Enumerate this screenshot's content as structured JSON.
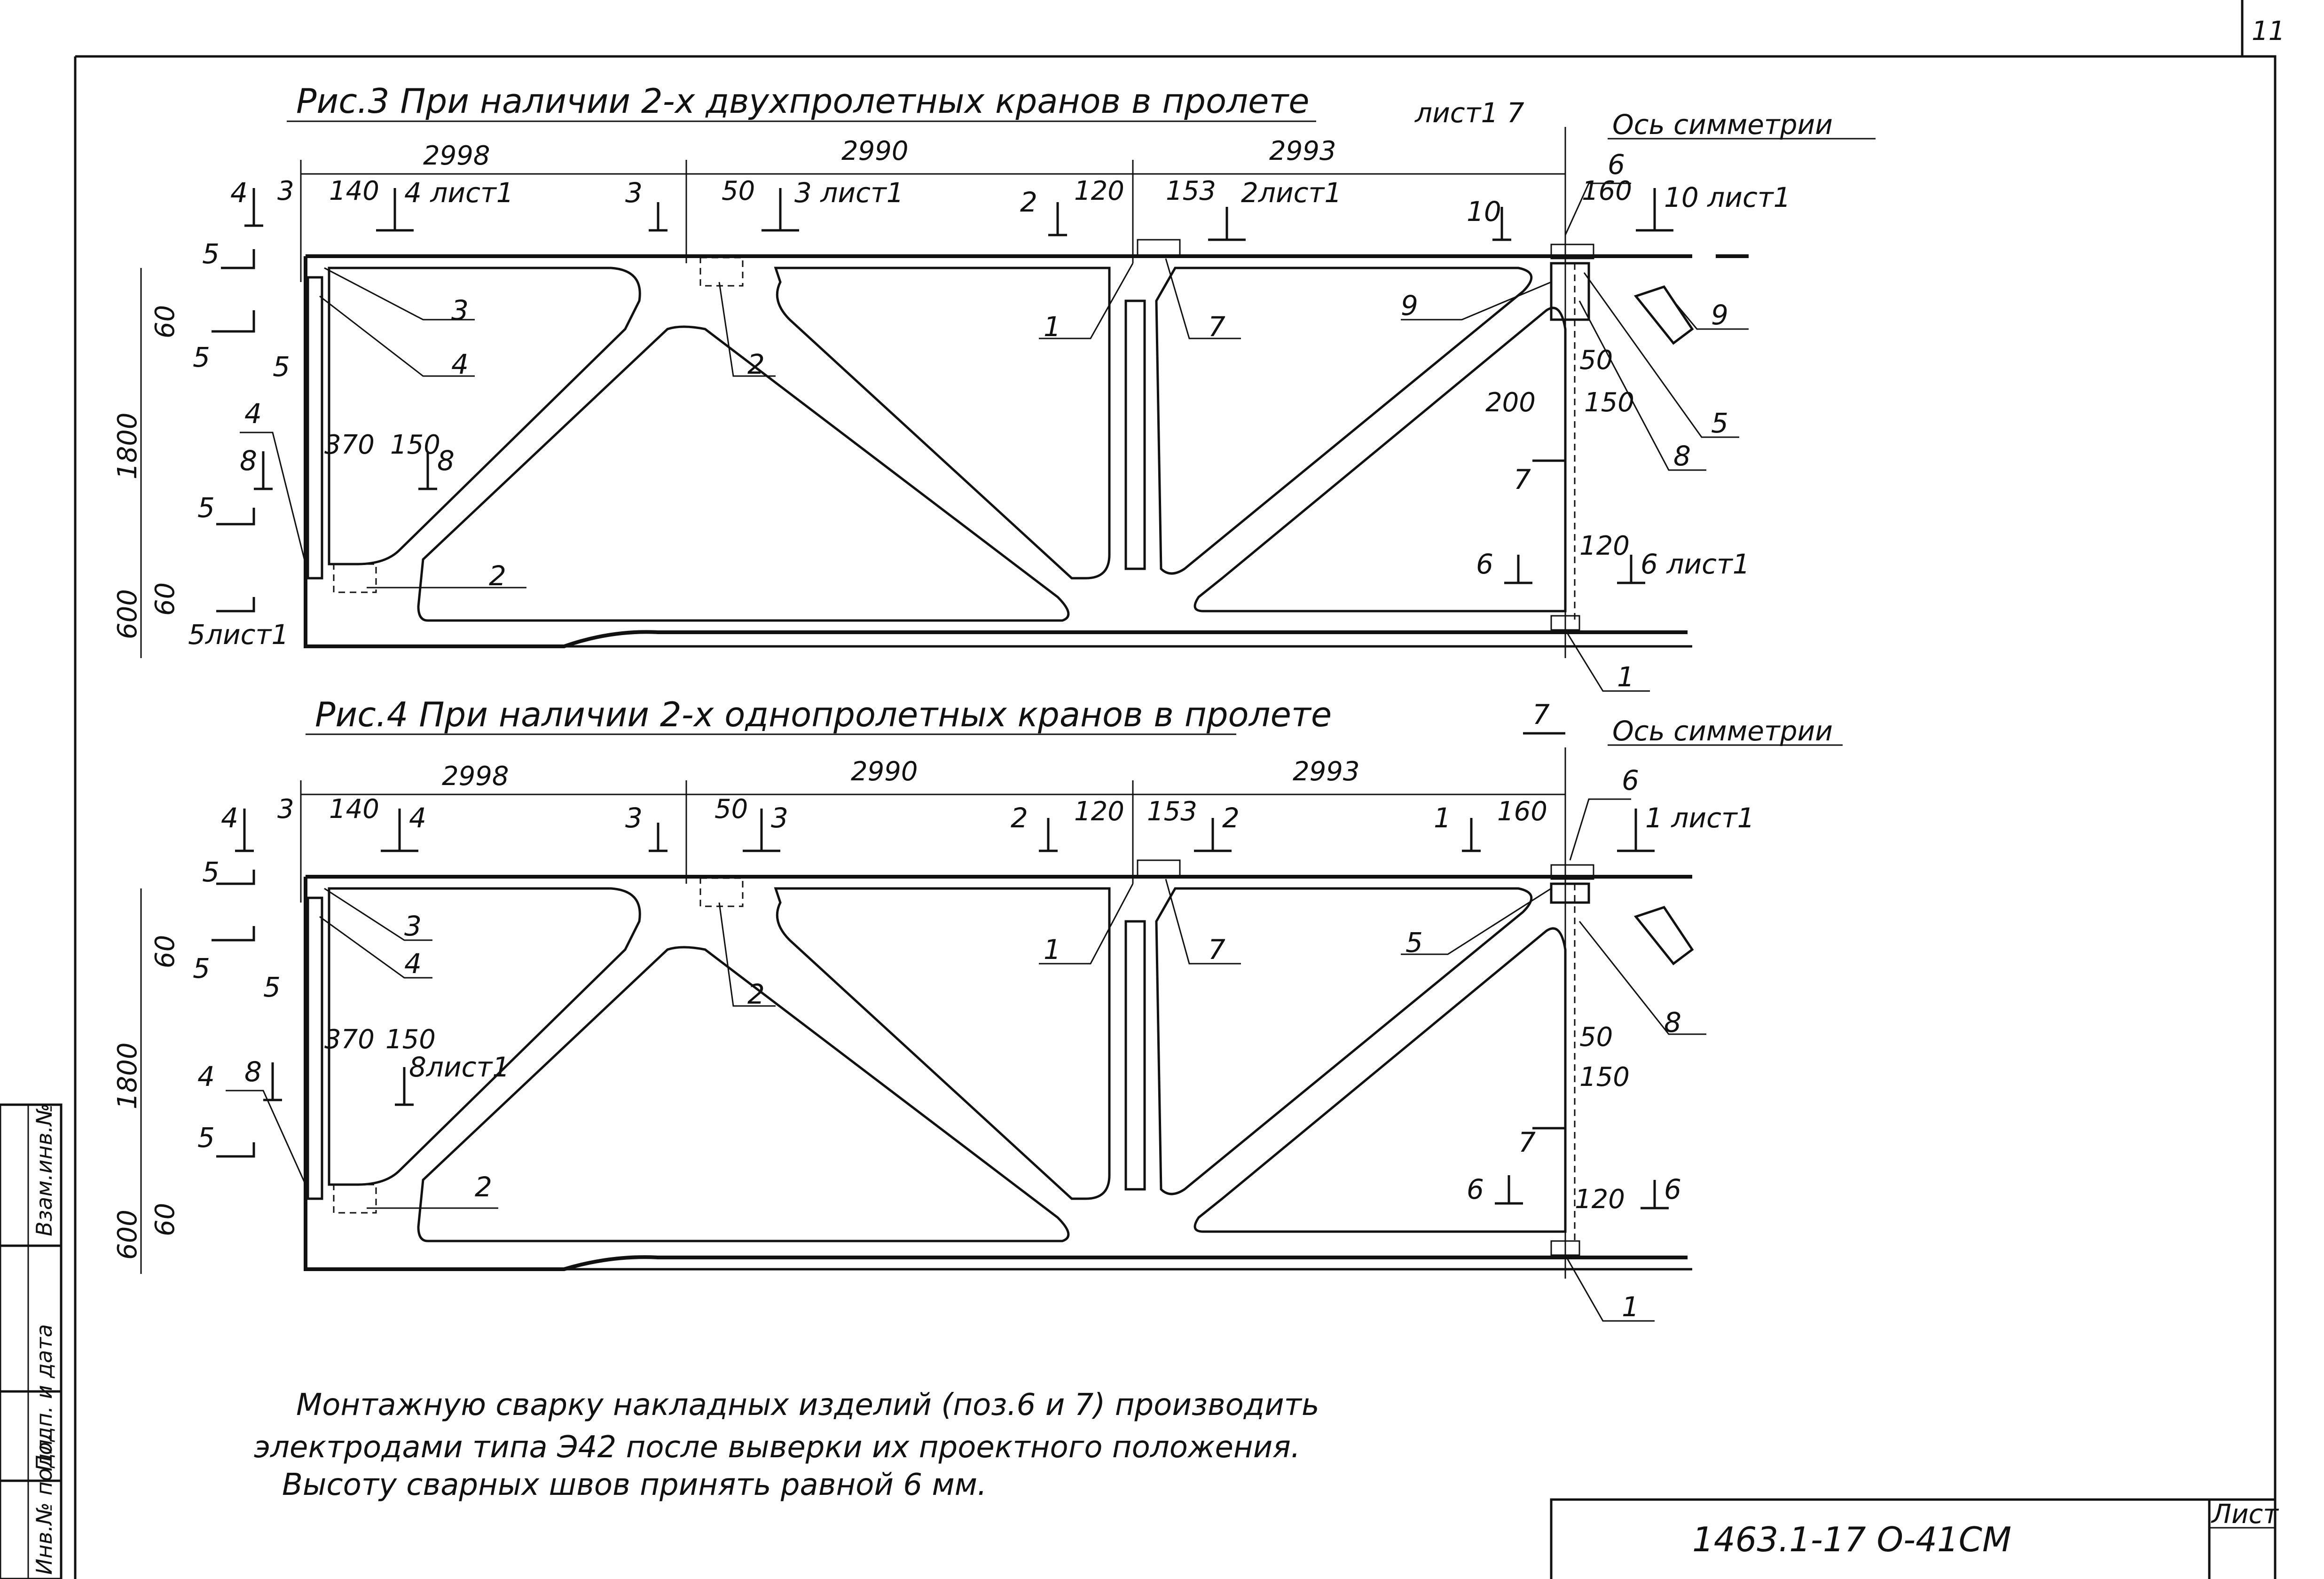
{
  "figures": [
    {
      "title": "Рис.3 При наличии 2-х двухпролетных кранов в пролете",
      "symmetry_axis": "Ось симметрии",
      "symmetry_ref": "лист1 7",
      "spans": [
        "2998",
        "2990",
        "2993"
      ],
      "heights": [
        "1800",
        "600",
        "60",
        "60"
      ],
      "details": [
        "140",
        "50",
        "120",
        "153",
        "160",
        "370",
        "150",
        "120",
        "200",
        "150",
        "50",
        "3"
      ],
      "sections": [
        "4",
        "4 лист1",
        "3",
        "3 лист1",
        "2",
        "2лист1",
        "10",
        "10 лист1",
        "8",
        "8",
        "6",
        "6 лист1",
        "5",
        "5",
        "5",
        "5",
        "5лист1",
        "7"
      ],
      "callouts": [
        "3",
        "4",
        "2",
        "1",
        "7",
        "9",
        "9",
        "6",
        "5",
        "8",
        "4",
        "2",
        "1"
      ]
    },
    {
      "title": "Рис.4 При наличии 2-х однопролетных кранов в пролете",
      "symmetry_axis": "Ось симметрии",
      "symmetry_ref": "7",
      "spans": [
        "2998",
        "2990",
        "2993"
      ],
      "heights": [
        "1800",
        "600",
        "60",
        "60"
      ],
      "details": [
        "140",
        "50",
        "120",
        "153",
        "160",
        "370",
        "150",
        "50",
        "150",
        "120",
        "3"
      ],
      "sections": [
        "4",
        "4",
        "3",
        "3",
        "2",
        "2",
        "1",
        "1 лист1",
        "8",
        "8лист1",
        "6",
        "6",
        "5",
        "5",
        "5",
        "5",
        "7"
      ],
      "callouts": [
        "3",
        "4",
        "2",
        "1",
        "7",
        "5",
        "6",
        "8",
        "4",
        "2",
        "1"
      ]
    }
  ],
  "notes": [
    "Монтажную сварку накладных изделий (поз.6 и 7) производить",
    "электродами типа Э42 после выверки их проектного положения.",
    "Высоту сварных швов принять равной 6 мм."
  ],
  "stamp": {
    "code": "1463.1-17 О-41СМ",
    "sheet_label": "Лист",
    "corner": "11"
  },
  "side_stamp": [
    "Инв.№ подл.",
    "Подп. и дата",
    "Взам.инв.№"
  ]
}
